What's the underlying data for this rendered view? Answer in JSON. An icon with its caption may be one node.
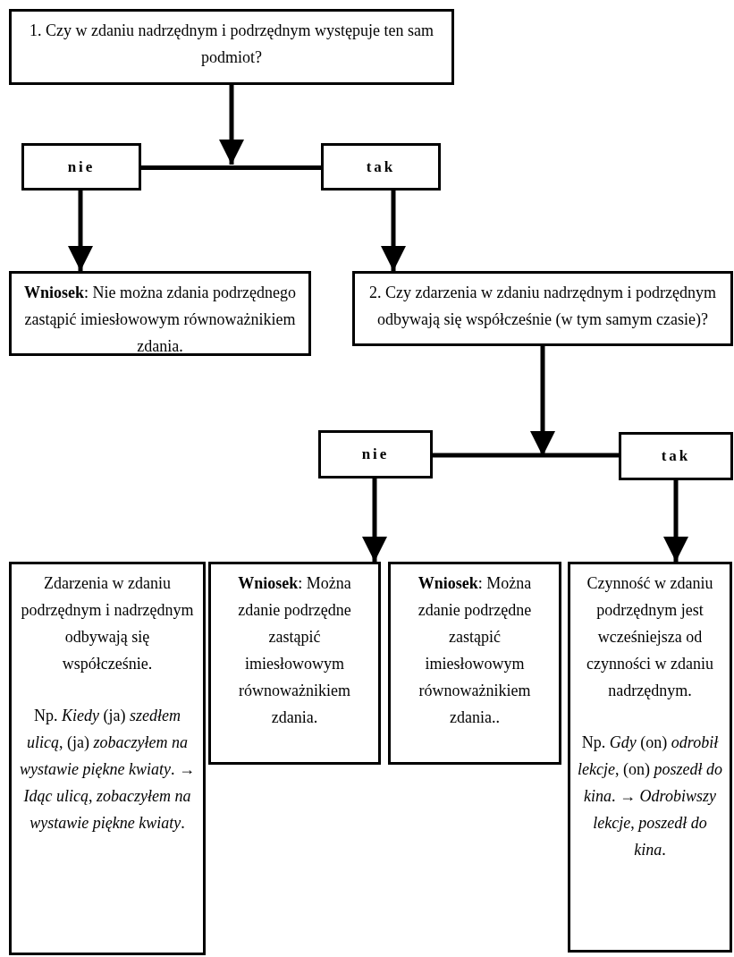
{
  "diagram": {
    "nodes": [
      {
        "text": [
          "1. Czy w zdaniu nadrzędnym i podrzędnym występuje ten sam podmiot?"
        ]
      },
      {
        "text": [
          "nie"
        ]
      },
      {
        "text": [
          "tak"
        ]
      },
      {
        "text": [
          "**Wniosek**: Nie można zdania podrzędnego zastąpić imiesłowowym równoważnikiem zdania."
        ]
      },
      {
        "text": [
          "2. Czy zdarzenia w zdaniu nadrzędnym i podrzędnym odbywają się współcześnie (w tym samym czasie)?"
        ]
      },
      {
        "text": [
          "nie"
        ]
      },
      {
        "text": [
          "tak"
        ]
      },
      {
        "text": [
          "Zdarzenia w zdaniu podrzędnym i nadrzędnym odbywają się współcześnie.",
          "Np. *Kiedy* (ja) *szedłem ulicą*, (ja) *zobaczyłem na wystawie piękne kwiaty*. → *Idąc ulicą*, *zobaczyłem na wystawie piękne kwiaty*."
        ]
      },
      {
        "text": [
          "**Wniosek**: Można zdanie podrzędne zastąpić imiesłowowym równoważnikiem zdania."
        ]
      },
      {
        "text": [
          "**Wniosek**: Można zdanie podrzędne zastąpić imiesłowowym równoważnikiem zdania.."
        ]
      },
      {
        "text": [
          "Czynność w zdaniu podrzędnym jest wcześniejsza od czynności w zdaniu nadrzędnym.",
          "Np. *Gdy* (on) *odrobił lekcje*, (on) *poszedł do kina*. → *Odrobiwszy lekcje*, *poszedł do kina*."
        ]
      }
    ],
    "edges": [
      {
        "from": 0,
        "to": null,
        "arrow": "to"
      },
      {
        "from": 1,
        "to": 2,
        "arrow": "none"
      },
      {
        "from": 1,
        "to": 3,
        "arrow": "to"
      },
      {
        "from": 2,
        "to": 4,
        "arrow": "to"
      },
      {
        "from": 4,
        "to": null,
        "arrow": "to"
      },
      {
        "from": 5,
        "to": 6,
        "arrow": "none"
      },
      {
        "from": 5,
        "to": 8,
        "arrow": "to"
      },
      {
        "from": 6,
        "to": 10,
        "arrow": "to"
      }
    ]
  }
}
